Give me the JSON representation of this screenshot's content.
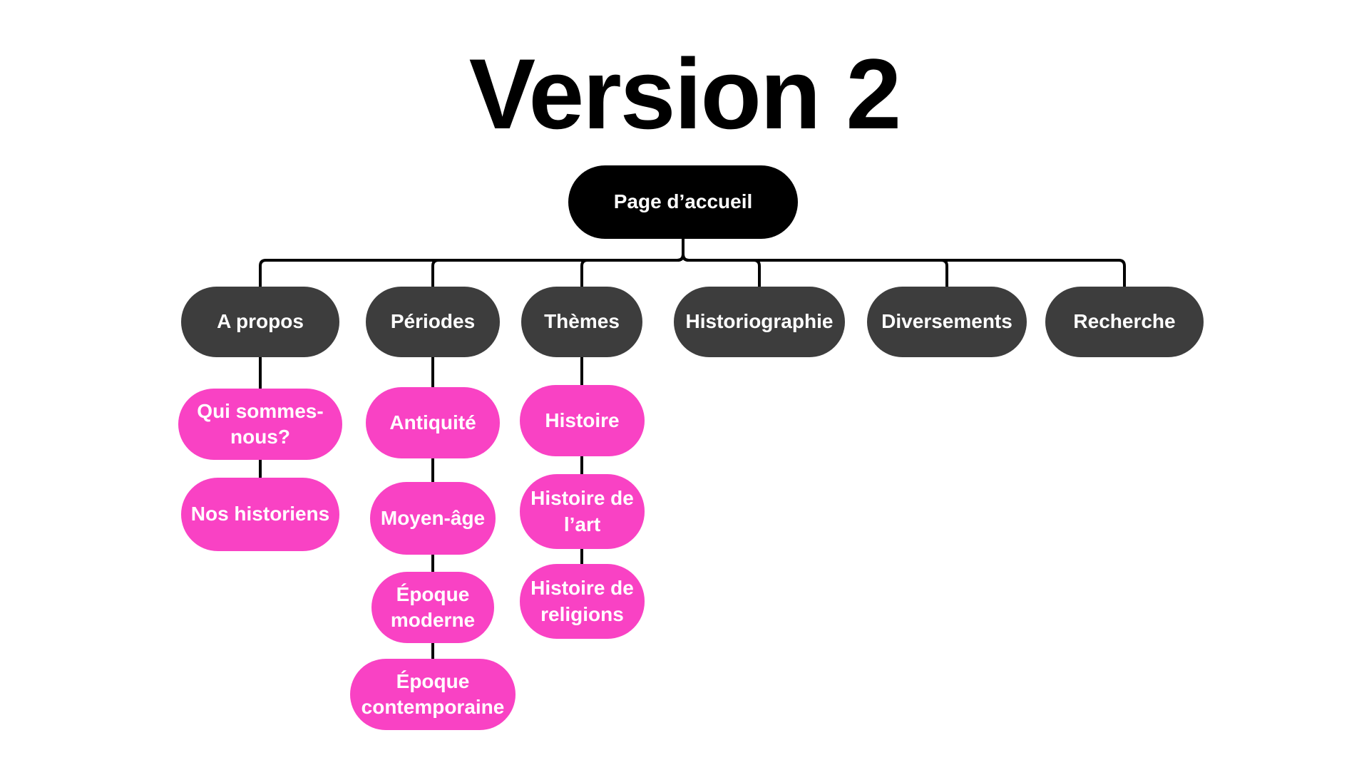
{
  "title": "Version 2",
  "colors": {
    "background": "#FFFFFF",
    "title_text": "#000000",
    "root_node_bg": "#000000",
    "branch_node_bg": "#3D3D3D",
    "leaf_node_bg": "#F942C4",
    "node_text": "#FFFFFF",
    "connector": "#000000"
  },
  "tree": {
    "root": {
      "label": "Page d’accueil"
    },
    "branches": [
      {
        "label": "A propos",
        "children": [
          {
            "label": "Qui sommes-nous?"
          },
          {
            "label": "Nos historiens"
          }
        ]
      },
      {
        "label": "Périodes",
        "children": [
          {
            "label": "Antiquité"
          },
          {
            "label": "Moyen-âge"
          },
          {
            "label": "Époque moderne"
          },
          {
            "label": "Époque contemporaine"
          }
        ]
      },
      {
        "label": "Thèmes",
        "children": [
          {
            "label": "Histoire"
          },
          {
            "label": "Histoire de l’art"
          },
          {
            "label": "Histoire de religions"
          }
        ]
      },
      {
        "label": "Historiographie",
        "children": []
      },
      {
        "label": "Diversements",
        "children": []
      },
      {
        "label": "Recherche",
        "children": []
      }
    ]
  }
}
